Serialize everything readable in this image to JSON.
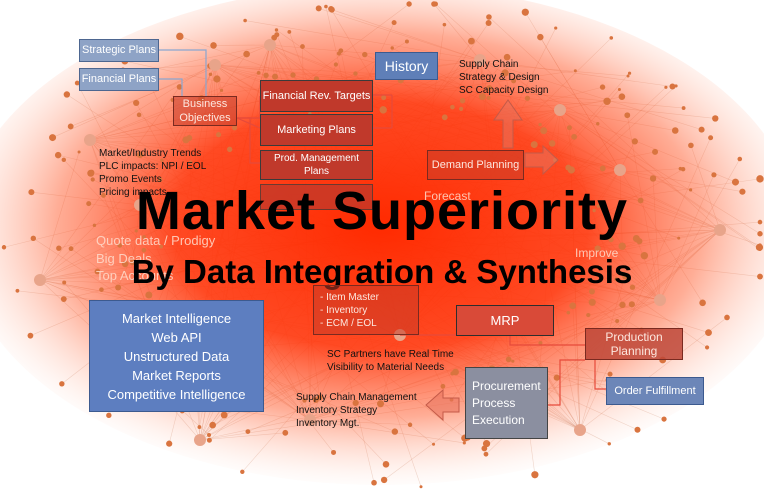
{
  "title": "Market Superiority",
  "subtitle": "By Data Integration & Synthesis",
  "boxes": {
    "strategic_plans": "Strategic Plans",
    "financial_plans": "Financial Plans",
    "business_objectives": "Business Objectives",
    "financial_rev_targets": "Financial Rev. Targets",
    "marketing_plans": "Marketing Plans",
    "prod_management_plans": "Prod. Management Plans",
    "history": "History",
    "demand_planning": "Demand Planning",
    "mrp": "MRP",
    "production_planning": "Production Planning",
    "order_fulfillment": "Order Fulfillment",
    "procurement": [
      "Procurement",
      "Process",
      "Execution"
    ],
    "market_intelligence": [
      "Market Intelligence",
      "Web API",
      "Unstructured Data",
      "Market Reports",
      "Competitive Intelligence"
    ]
  },
  "notes": {
    "supply_chain_strategy": [
      "Supply Chain",
      "Strategy & Design",
      "SC Capacity Design"
    ],
    "market_trends": [
      "Market/Industry Trends",
      "PLC impacts: NPI / EOL",
      "Promo Events",
      "Pricing impacts"
    ],
    "item_master": [
      "- Item Master",
      "- Inventory",
      "- ECM / EOL"
    ],
    "sc_partners": [
      "SC Partners have Real Time",
      "Visibility to Material Needs"
    ],
    "inventory": [
      "Supply Chain Management",
      "Inventory Strategy",
      "Inventory Mgt."
    ],
    "forecast": "Forecast",
    "big_deals": "Big Deals",
    "top_accounts": "Top Accounts",
    "quote_data": "Quote data / Prodigy",
    "improve": "Improve"
  }
}
